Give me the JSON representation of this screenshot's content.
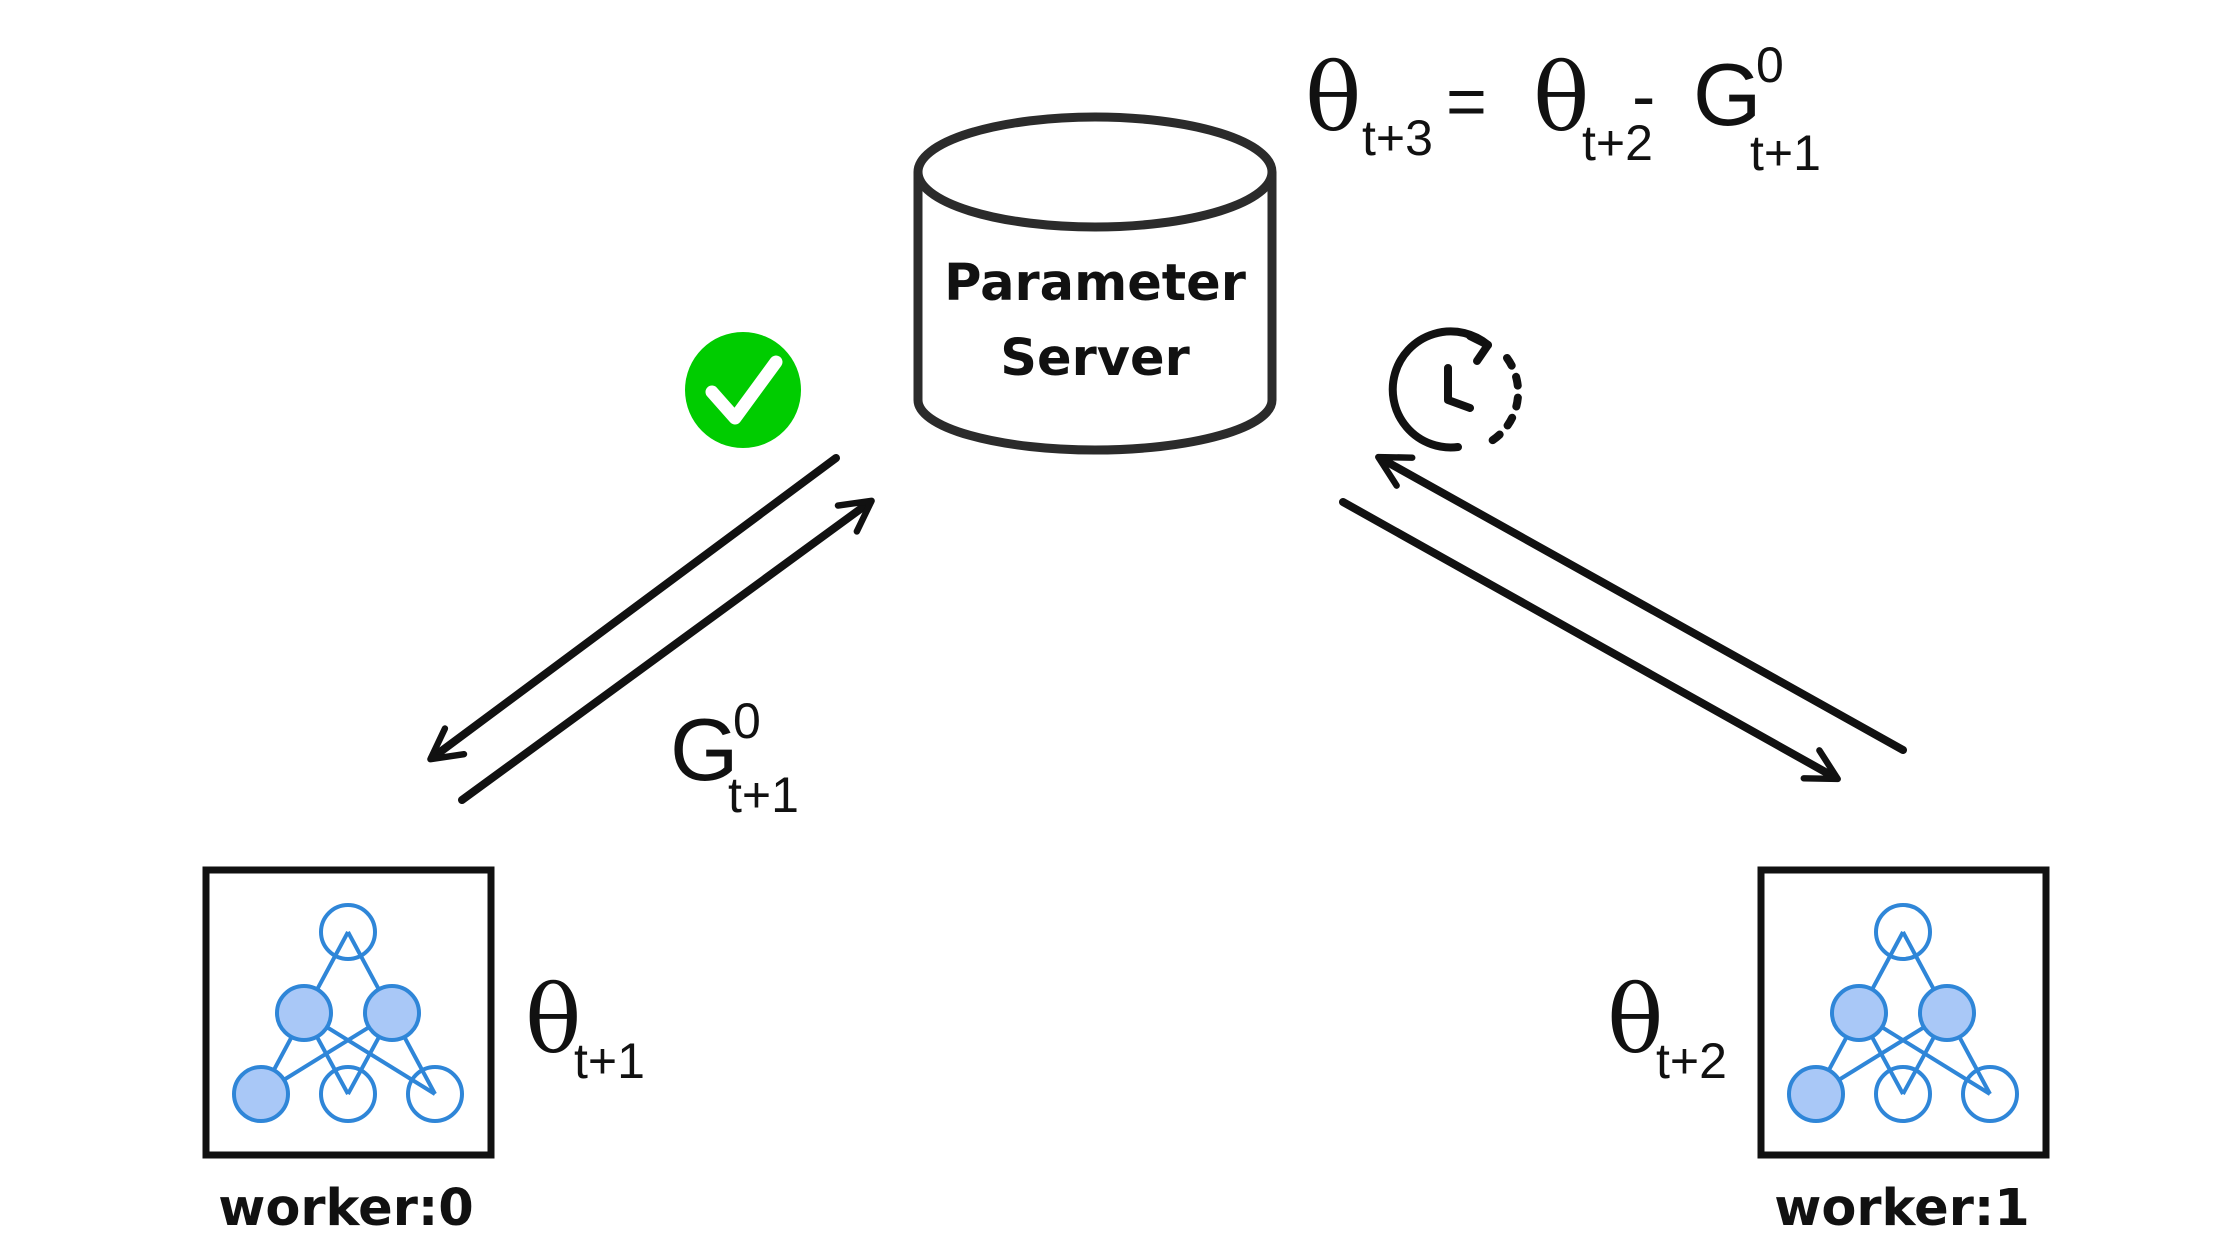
{
  "server": {
    "line1": "Parameter",
    "line2": "Server"
  },
  "formula": {
    "lhs_symbol": "θ",
    "lhs_sub": "t+3",
    "equals": "=",
    "term1_symbol": "θ",
    "term1_sub": "t+2",
    "minus": "-",
    "term2_symbol": "G",
    "term2_sup": "0",
    "term2_sub": "t+1"
  },
  "gradient_label": {
    "symbol": "G",
    "sup": "0",
    "sub": "t+1"
  },
  "workers": [
    {
      "label": "worker:0",
      "theta_symbol": "θ",
      "theta_sub": "t+1"
    },
    {
      "label": "worker:1",
      "theta_symbol": "θ",
      "theta_sub": "t+2"
    }
  ],
  "colors": {
    "stroke": "#2b2b2b",
    "node_fill": "#a9c8f7",
    "node_stroke": "#2f86d8",
    "check_green": "#00cc00"
  },
  "icons": {
    "check": "check-circle-icon",
    "clock": "clock-history-icon",
    "network": "neural-network-icon"
  }
}
